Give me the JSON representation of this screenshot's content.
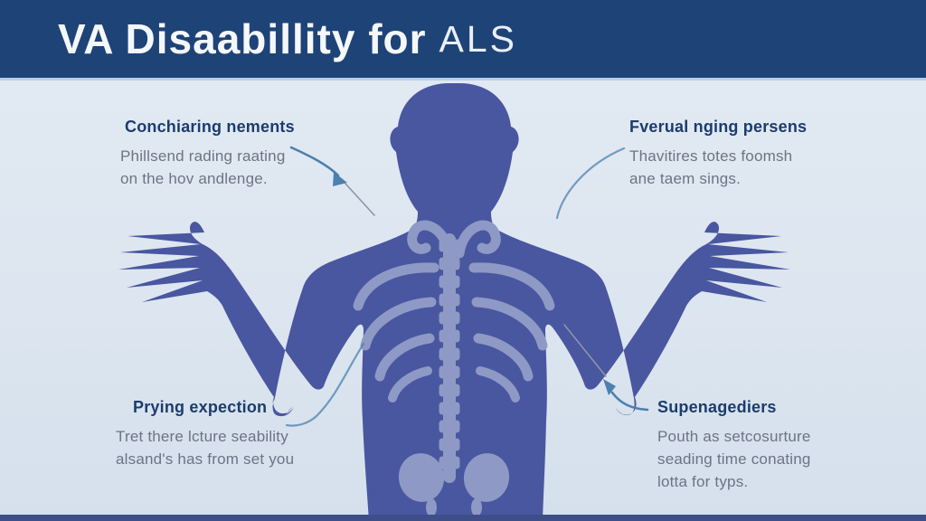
{
  "header": {
    "title": "VA Disaabillity for",
    "title_suffix": "ALS"
  },
  "callouts": {
    "top_left": {
      "heading": "Conchiaring nements",
      "body": "Phillsend rading raating\non the hov andlenge."
    },
    "top_right": {
      "heading": "Fverual nging persens",
      "body": "Thavitires totes foomsh\nane taem sings."
    },
    "bottom_left": {
      "heading": "Prying expection",
      "body": "Tret there lcture seability\nalsand's has from set you"
    },
    "bottom_right": {
      "heading": "Supenagediers",
      "body": "Pouth as setcosurture\nseading time conating\nlotta for typs."
    }
  },
  "figure": {
    "name": "human-torso-silhouette-with-skeleton",
    "parts": [
      "head",
      "open-arms",
      "spread-hands",
      "ribcage",
      "spine",
      "pelvis"
    ]
  },
  "colors": {
    "header_bg": "#1e4377",
    "header_title": "#f5f8fb",
    "header_underline": "#b9cfe3",
    "background": "#dde6f0",
    "body_fill": "#4956a0",
    "skeleton_fill": "#8e9ac5",
    "heading_text": "#1c3c6e",
    "body_text": "#6d7384",
    "arrow_blue": "#4d80ae",
    "connector_gray": "#8b96a6",
    "footer_strip": "#3e4e88"
  }
}
